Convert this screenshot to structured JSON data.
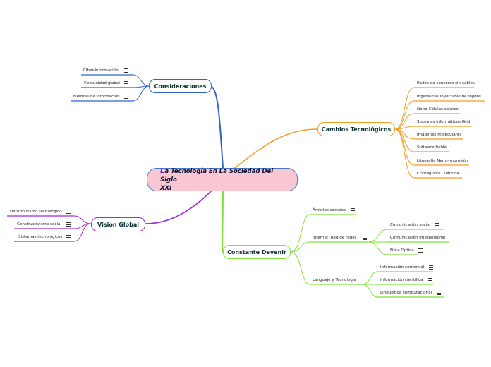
{
  "central": {
    "first_letter": "L",
    "title_rest": "a Tecnología En La Sociedad Del Siglo",
    "title_line2": "XXI"
  },
  "branches": {
    "consideraciones": {
      "label": "Consideraciones",
      "color": "#2f63cc",
      "children": [
        "Ciber-Información",
        "Comunidad global",
        "Fuentes de información"
      ]
    },
    "cambios": {
      "label": "Cambios Tecnológicos",
      "color": "#f29d25",
      "children": [
        "Redes de sensores sin cables",
        "Ingenierías inyectable de tejidos",
        "Nano-Células solares",
        "Sistemas informáticos Grid",
        "Imágenes moleculares",
        "Software fiable",
        "Litografía Nano-impresión",
        "Criptografía Cuántica"
      ]
    },
    "vision": {
      "label": "Visión Global",
      "color": "#a22ad0",
      "children": [
        "Determinismo tecnológico",
        "Constructivismo social",
        "Sistemas tecnológicos"
      ]
    },
    "devenir": {
      "label": "Constante Devenir",
      "color": "#7fe23a",
      "children": [
        {
          "label": "Ámbitos sociales",
          "children": []
        },
        {
          "label": "Internet: Red de redes",
          "children": [
            "Comunicación social",
            "Comunicación interpersonal",
            "Fibra Óptica"
          ]
        },
        {
          "label": "Lenguaje y Tecnología",
          "children": [
            "Información comercial",
            "Información científica",
            "Lingüística computacional"
          ]
        }
      ]
    }
  },
  "icons": {
    "note": "note-icon"
  }
}
